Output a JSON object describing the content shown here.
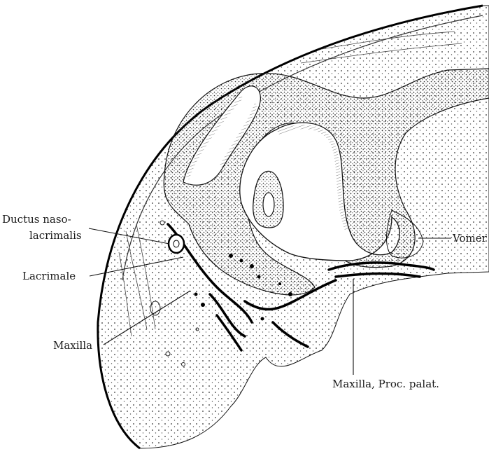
{
  "figure": {
    "labels": {
      "ductus_line1": "Ductus naso-",
      "ductus_line2": "lacrimalis",
      "lacrimale": "Lacrimale",
      "maxilla": "Maxilla",
      "vomer": "Vomer",
      "maxilla_proc_palat": "Maxilla, Proc. palat."
    }
  }
}
